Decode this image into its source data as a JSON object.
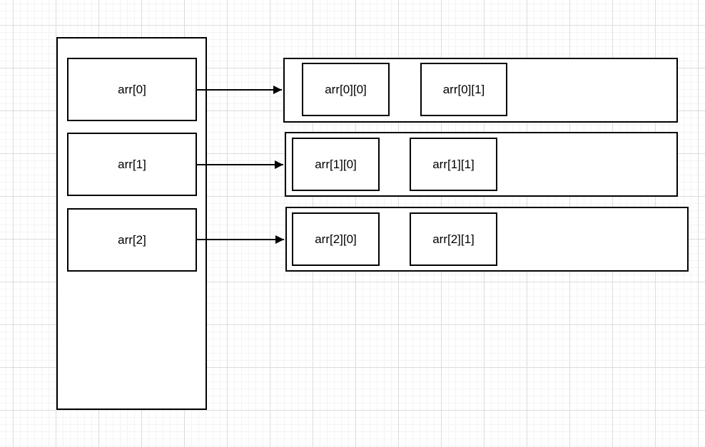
{
  "canvas": {
    "background": "#ffffff",
    "grid_minor_color": "#f4f4f4",
    "grid_major_color": "#dcdcdc"
  },
  "diagram": {
    "stroke_color": "#000000",
    "shape_fill_color": "#ffffff",
    "text_color": "#000000",
    "pointer_column": {
      "cells": [
        {
          "label": "arr[0]"
        },
        {
          "label": "arr[1]"
        },
        {
          "label": "arr[2]"
        }
      ]
    },
    "rows": [
      {
        "cells": [
          {
            "label": "arr[0][0]"
          },
          {
            "label": "arr[0][1]"
          }
        ]
      },
      {
        "cells": [
          {
            "label": "arr[1][0]"
          },
          {
            "label": "arr[1][1]"
          }
        ]
      },
      {
        "cells": [
          {
            "label": "arr[2][0]"
          },
          {
            "label": "arr[2][1]"
          }
        ]
      }
    ],
    "arrows": [
      {
        "from": "arr[0]",
        "to": "row-0"
      },
      {
        "from": "arr[1]",
        "to": "row-1"
      },
      {
        "from": "arr[2]",
        "to": "row-2"
      }
    ]
  }
}
